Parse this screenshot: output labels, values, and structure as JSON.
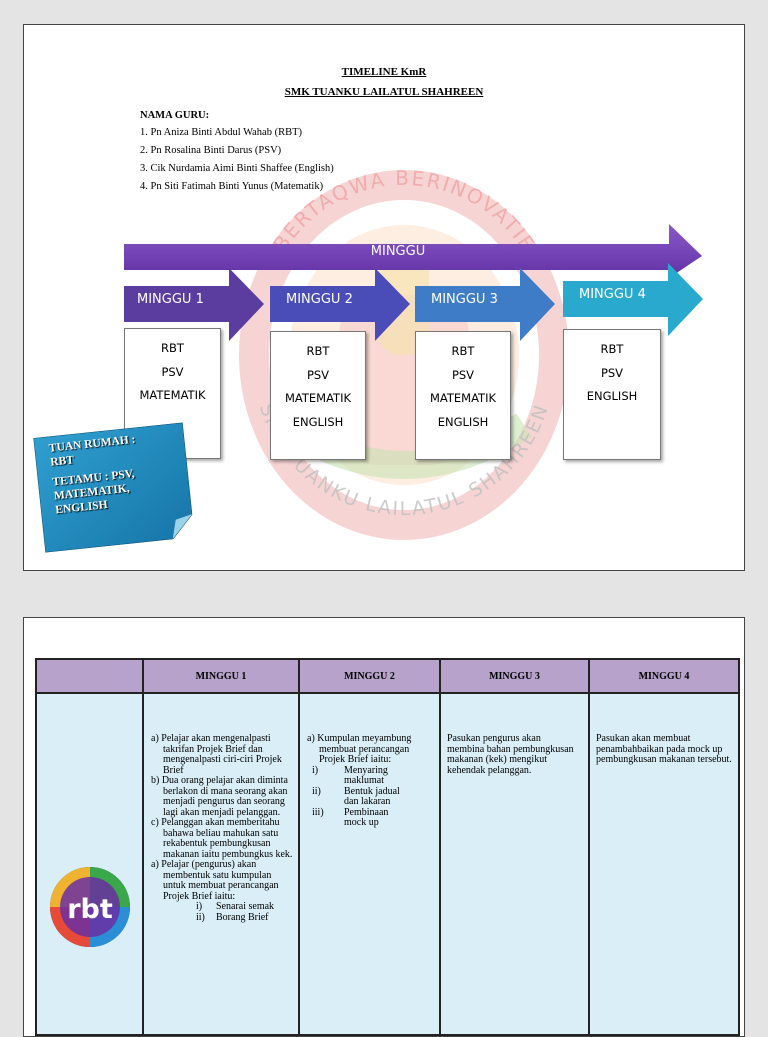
{
  "page1": {
    "title_line1": "TIMELINE KmR",
    "title_line2": "SMK TUANKU LAILATUL SHAHREEN",
    "teacher_heading": "NAMA GURU:",
    "teachers": [
      "1. Pn Aniza Binti Abdul Wahab (RBT)",
      "2. Pn Rosalina Binti Darus (PSV)",
      "3. Cik Nurdamia Aimi Binti Shaffee (English)",
      "4. Pn Siti Fatimah Binti Yunus (Matematik)"
    ],
    "watermark_top": "BERTAQWA BERINOVATIF",
    "watermark_bottom": "SMK TUANKU LAILATUL SHAHREEN",
    "main_arrow_label": "MINGGU",
    "weeks": [
      {
        "label": "MINGGU 1",
        "color": "#5a3d9e",
        "subjects": [
          "RBT",
          "PSV",
          "MATEMATIK"
        ]
      },
      {
        "label": "MINGGU 2",
        "color": "#4a4cb8",
        "subjects": [
          "RBT",
          "PSV",
          "MATEMATIK",
          "ENGLISH"
        ]
      },
      {
        "label": "MINGGU 3",
        "color": "#3e7cc8",
        "subjects": [
          "RBT",
          "PSV",
          "MATEMATIK",
          "ENGLISH"
        ]
      },
      {
        "label": "MINGGU 4",
        "color": "#2aa9cf",
        "subjects": [
          "RBT",
          "PSV",
          "ENGLISH"
        ]
      }
    ],
    "sticky_note": {
      "line1": "TUAN RUMAH :",
      "line2": "RBT",
      "line3": "TETAMU : PSV,",
      "line4": "MATEMATIK,",
      "line5": "ENGLISH"
    }
  },
  "page2": {
    "headers": [
      "",
      "MINGGU 1",
      "MINGGU 2",
      "MINGGU 3",
      "MINGGU 4"
    ],
    "logo_text": "rbt",
    "minggu1": {
      "items": [
        "a)  Pelajar akan mengenalpasti takrifan Projek Brief dan mengenalpasti ciri-ciri Projek Brief",
        "b)  Dua orang pelajar akan diminta berlakon di mana seorang akan menjadi pengurus dan seorang lagi akan menjadi pelanggan.",
        "c)  Pelanggan akan memberitahu bahawa beliau mahukan satu rekabentuk pembungkusan makanan iaitu pembungkus kek.",
        "a)  Pelajar (pengurus) akan membentuk satu kumpulan untuk membuat perancangan Projek Brief iaitu:"
      ],
      "sub": [
        {
          "num": "i)",
          "text": "Senarai semak"
        },
        {
          "num": "ii)",
          "text": "Borang Brief"
        }
      ]
    },
    "minggu2": {
      "intro": "a)  Kumpulan meyambung membuat perancangan Projek Brief iaitu:",
      "sub": [
        {
          "num": "i)",
          "text": "Menyaring maklumat"
        },
        {
          "num": "ii)",
          "text": "Bentuk jadual dan lakaran"
        },
        {
          "num": "iii)",
          "text": "Pembinaan mock up"
        }
      ]
    },
    "minggu3": "Pasukan pengurus akan membina bahan pembungkusan makanan (kek) mengikut kehendak pelanggan.",
    "minggu4": "Pasukan akan membuat penambahbaikan pada mock up pembungkusan makanan tersebut."
  }
}
